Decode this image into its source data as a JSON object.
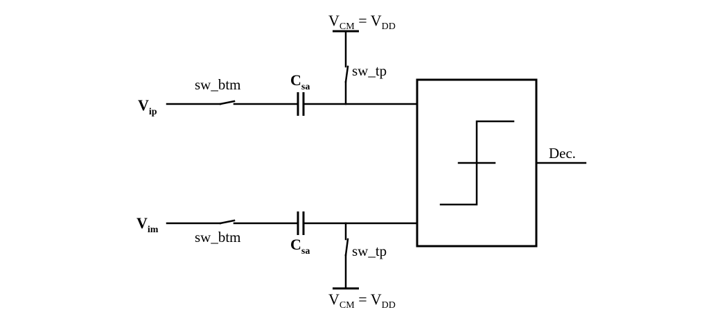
{
  "inputs": {
    "top": {
      "main": "V",
      "sub": "ip"
    },
    "bottom": {
      "main": "V",
      "sub": "im"
    }
  },
  "switches": {
    "bottom_plate_label": "sw_btm",
    "top_plate_label": "sw_tp"
  },
  "capacitor": {
    "main": "C",
    "sub": "sa"
  },
  "reference": {
    "v1": "V",
    "v1_sub": "CM",
    "equals": " = ",
    "v2": "V",
    "v2_sub": "DD"
  },
  "output": {
    "label": "Dec."
  }
}
